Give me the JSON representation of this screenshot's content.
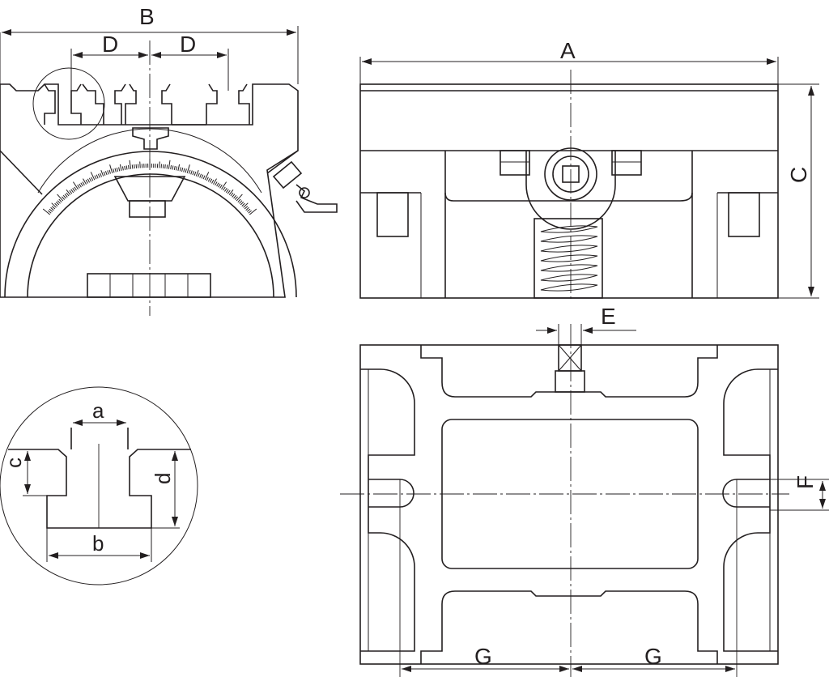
{
  "labels": {
    "A": "A",
    "B": "B",
    "C_upper": "C",
    "D_left": "D",
    "D_right": "D",
    "E": "E",
    "F": "F",
    "G_left": "G",
    "G_right": "G",
    "a": "a",
    "b": "b",
    "c": "c",
    "d": "d"
  },
  "colors": {
    "line": "#231f20",
    "background": "#ffffff"
  }
}
